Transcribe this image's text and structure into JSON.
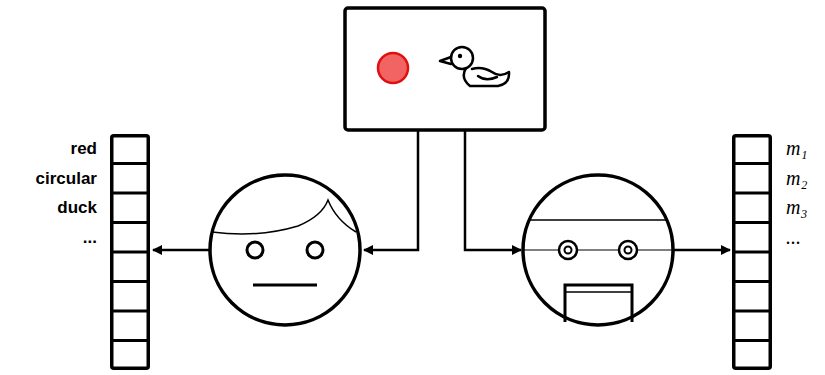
{
  "diagram": {
    "nodes": [
      {
        "text": [
          "red",
          "circular",
          "duck",
          "..."
        ]
      },
      {
        "text": [
          "m₁",
          "m₂",
          "m₃",
          "..."
        ]
      }
    ]
  }
}
